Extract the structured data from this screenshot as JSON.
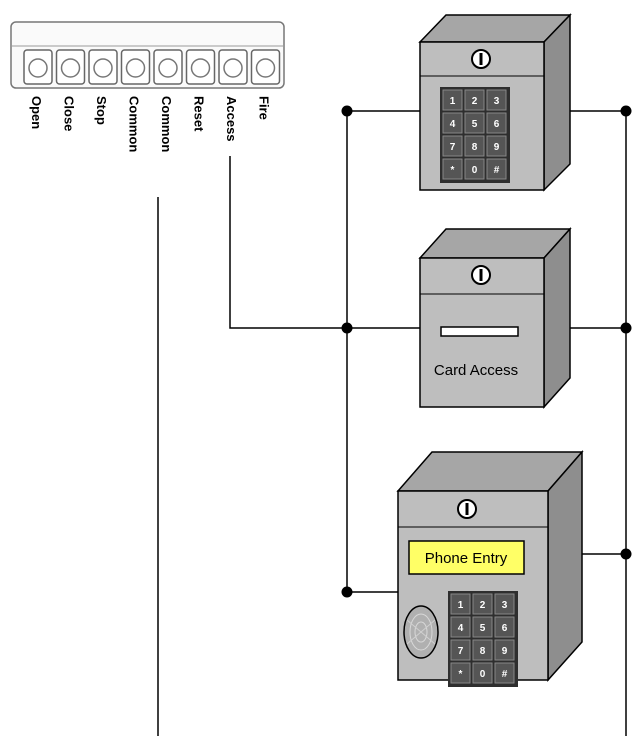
{
  "terminal_block": {
    "labels": [
      "Open",
      "Close",
      "Stop",
      "Common",
      "Common",
      "Reset",
      "Access",
      "Fire"
    ]
  },
  "devices": {
    "keypad": {
      "keys": [
        "1",
        "2",
        "3",
        "4",
        "5",
        "6",
        "7",
        "8",
        "9",
        "*",
        "0",
        "#"
      ]
    },
    "card_reader": {
      "label": "Card Access"
    },
    "phone_entry": {
      "display_label": "Phone Entry",
      "keys": [
        "1",
        "2",
        "3",
        "4",
        "5",
        "6",
        "7",
        "8",
        "9",
        "*",
        "0",
        "#"
      ]
    }
  },
  "colors": {
    "box_front": "#bebebe",
    "box_side": "#8e8e8e",
    "box_top": "#a6a6a6",
    "key_fill": "#505050",
    "display_fill": "#ffff66"
  },
  "icons": {
    "lock": "key-lock-icon",
    "fingerprint": "fingerprint-reader-icon"
  }
}
